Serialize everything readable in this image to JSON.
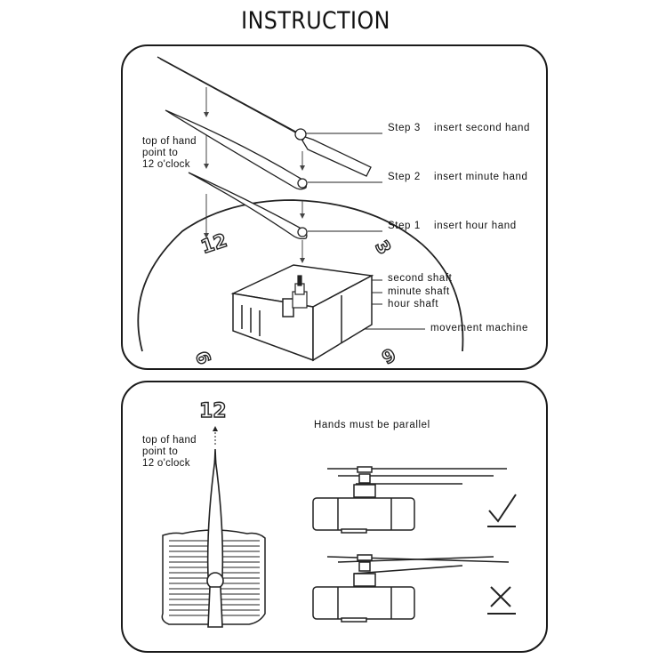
{
  "title": "INSTRUCTION",
  "panel1": {
    "hand_note": [
      "top of hand",
      "point to",
      "12 o'clock"
    ],
    "steps": [
      {
        "step": "Step 3",
        "action": "insert second hand"
      },
      {
        "step": "Step 2",
        "action": "insert minute hand"
      },
      {
        "step": "Step 1",
        "action": "insert hour hand"
      }
    ],
    "shafts": [
      "second shaft",
      "minute shaft",
      "hour shaft"
    ],
    "movement": "movement  machine",
    "dial_numbers": {
      "twelve": "12",
      "three": "3",
      "six": "6",
      "nine": "9"
    }
  },
  "panel2": {
    "twelve": "12",
    "hand_note": [
      "top of hand",
      "point to",
      "12 o'clock"
    ],
    "parallel_note": "Hands must be parallel",
    "correct_icon": "checkmark-icon",
    "wrong_icon": "cross-icon"
  }
}
